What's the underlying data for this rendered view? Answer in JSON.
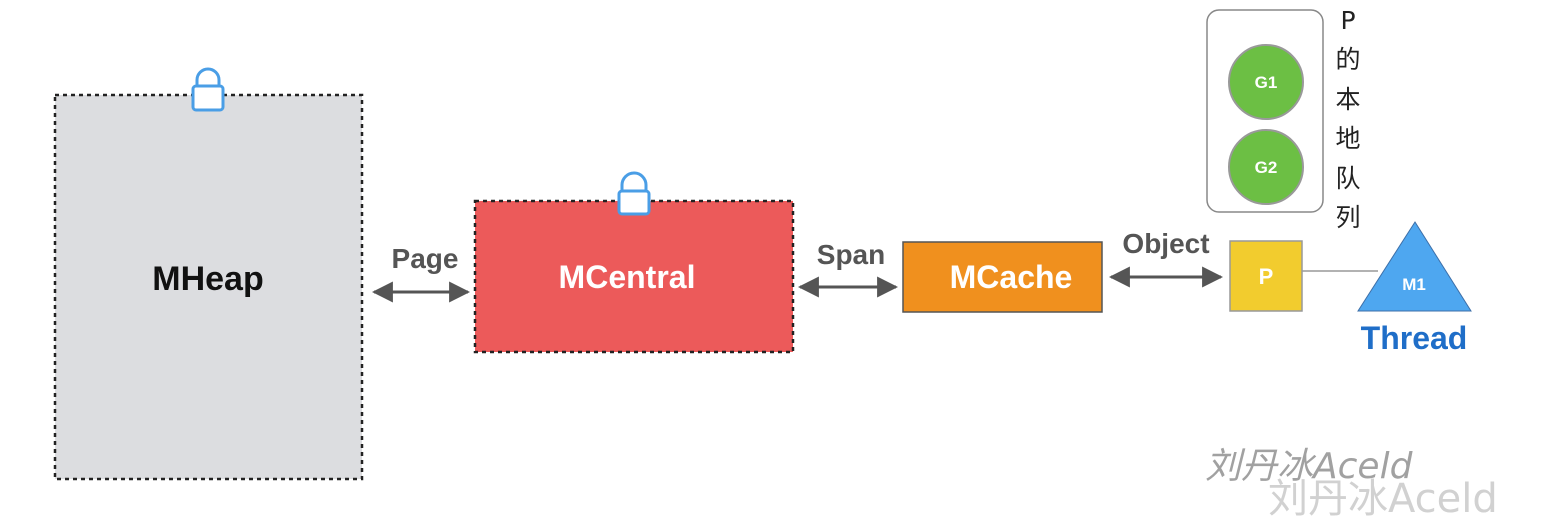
{
  "components": {
    "mheap": {
      "label": "MHeap"
    },
    "mcentral": {
      "label": "MCentral"
    },
    "mcache": {
      "label": "MCache"
    },
    "p": {
      "label": "P"
    },
    "thread": {
      "label": "M1",
      "caption": "Thread"
    }
  },
  "edges": {
    "page": "Page",
    "span": "Span",
    "object": "Object"
  },
  "local_queue": {
    "goroutines": [
      "G1",
      "G2"
    ],
    "vertical_label": [
      "P",
      "的",
      "本",
      "地",
      "队",
      "列"
    ]
  },
  "watermark": {
    "script_text": "刘丹冰Aceld",
    "plain_text": "刘丹冰Aceld"
  },
  "colors": {
    "mheap_fill": "#dcdde0",
    "mcentral_fill": "#ec5a5a",
    "mcache_fill": "#f0901e",
    "p_fill": "#f2cc2e",
    "goroutine_fill": "#6cbf44",
    "thread_fill": "#4ea7f0",
    "thread_caption": "#1f6ec8",
    "lock": "#4a9ee6",
    "arrow": "#555555",
    "edge_text": "#555555"
  }
}
